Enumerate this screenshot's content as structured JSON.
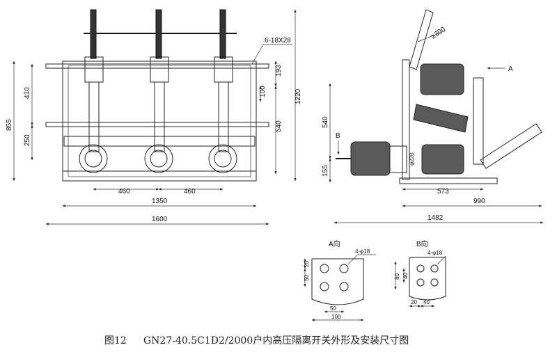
{
  "caption": {
    "figure_no": "图12",
    "text": "GN27-40.5C1D2/2000户内高压隔离开关外形及安装尺寸图"
  },
  "front_view": {
    "note_holes": "6-18X28",
    "dims": {
      "top_offset": "193",
      "mid_offset": "100",
      "right_height_540": "540",
      "total_height_1220": "1220",
      "left_height_855": "855",
      "left_410": "410",
      "left_250": "250",
      "spacing_a": "460",
      "spacing_b": "460",
      "width_1350": "1350",
      "width_1600": "1600"
    }
  },
  "side_view": {
    "label_a": "A",
    "label_b": "B",
    "clearance": "≥300",
    "diameter": "φ220",
    "dims": {
      "height_540": "540",
      "height_155": "155",
      "depth_573": "573",
      "depth_990": "990",
      "depth_1482": "1482"
    }
  },
  "detail_a": {
    "title": "A向",
    "holes": "4-φ18",
    "dims": {
      "d25": "25",
      "d50_v": "50",
      "d50_h": "50",
      "d100": "100"
    }
  },
  "detail_b": {
    "title": "B向",
    "holes": "4-φ18",
    "dims": {
      "d80": "80",
      "d40_v": "40",
      "d20": "20",
      "d40_h": "40"
    }
  }
}
